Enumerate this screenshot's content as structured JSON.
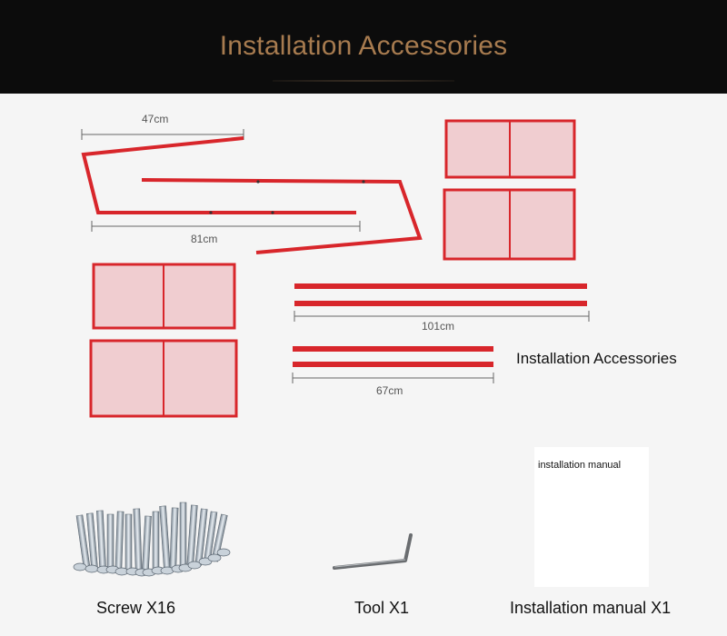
{
  "header": {
    "title": "Installation Accessories"
  },
  "dimensions": {
    "top_rod": "47cm",
    "mid_rod": "81cm",
    "long_bar": "101cm",
    "short_bar": "67cm"
  },
  "section_label": "Installation Accessories",
  "manual": {
    "sheet_text": "installation manual"
  },
  "captions": {
    "screw": "Screw X16",
    "tool": "Tool X1",
    "manual": "Installation manual X1"
  },
  "colors": {
    "frame_red": "#d8262b",
    "panel_fill": "#f0cdd0",
    "header_bg": "#0c0c0c",
    "header_text": "#a77b4f"
  }
}
